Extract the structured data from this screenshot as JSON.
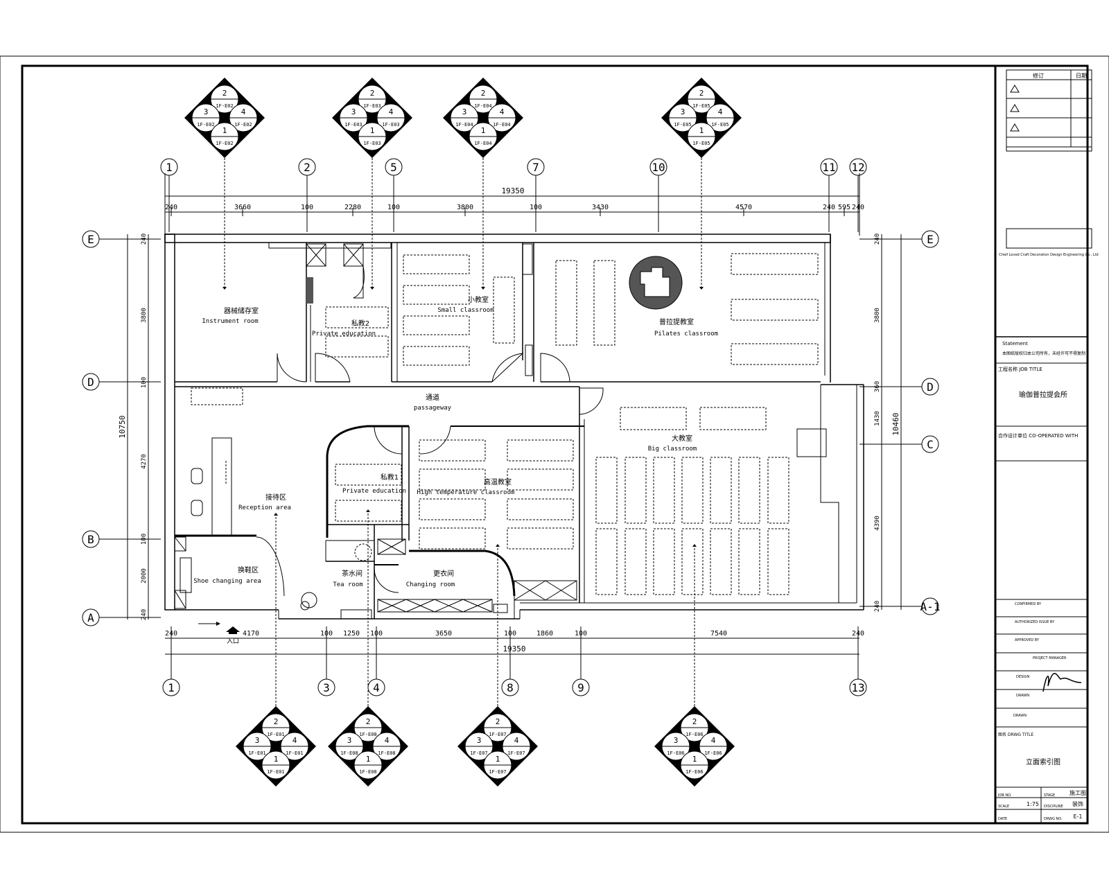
{
  "grid_axes": {
    "top": [
      "1",
      "2",
      "5",
      "7",
      "10",
      "11",
      "12"
    ],
    "bottom": [
      "1",
      "3",
      "4",
      "8",
      "9",
      "13"
    ],
    "left": [
      "E",
      "D",
      "B",
      "A"
    ],
    "right": [
      "E",
      "D",
      "C",
      "A-1"
    ]
  },
  "dimensions": {
    "top_total": "19350",
    "top_segments": [
      "240",
      "3660",
      "100",
      "2280",
      "100",
      "3800",
      "100",
      "3430",
      "4570",
      "240",
      "595",
      "240"
    ],
    "bottom_total": "19350",
    "bottom_segments": [
      "240",
      "4170",
      "100",
      "1250",
      "100",
      "3650",
      "100",
      "1860",
      "100",
      "7540",
      "240"
    ],
    "left_total": "10750",
    "left_segments": [
      "240",
      "3800",
      "100",
      "4270",
      "100",
      "2000",
      "240"
    ],
    "right_total": "10460",
    "right_segments": [
      "240",
      "3800",
      "360",
      "1430",
      "4390",
      "240"
    ]
  },
  "rooms": {
    "instrument": {
      "zh": "器械储存室",
      "en": "Instrument room"
    },
    "private_top": {
      "zh": "私教2",
      "en": "Private education"
    },
    "small_class": {
      "zh": "小教室",
      "en": "Small classroom"
    },
    "pilates": {
      "zh": "普拉提教室",
      "en": "Pilates classroom"
    },
    "passage": {
      "zh": "通道",
      "en": "passageway"
    },
    "big_class": {
      "zh": "大教室",
      "en": "Big classroom"
    },
    "reception": {
      "zh": "接待区",
      "en": "Reception area"
    },
    "private_mid": {
      "zh": "私教1",
      "en": "Private education"
    },
    "hightemp": {
      "zh": "高温教室",
      "en": "High temperature classroom"
    },
    "shoe": {
      "zh": "换鞋区",
      "en": "Shoe changing area"
    },
    "tea": {
      "zh": "茶水间",
      "en": "Tea room"
    },
    "changing": {
      "zh": "更衣间",
      "en": "Changing room"
    }
  },
  "entrance_label": "入口",
  "markers_top": [
    {
      "top": "2",
      "left": "3",
      "right": "4",
      "bottom": "1",
      "ref_top": "1F-E02",
      "ref_left": "1F-E02",
      "ref_right": "1F-E02",
      "ref_bottom": "1F-E02"
    },
    {
      "top": "2",
      "left": "3",
      "right": "4",
      "bottom": "1",
      "ref_top": "1F-E03",
      "ref_left": "1F-E03",
      "ref_right": "1F-E03",
      "ref_bottom": "1F-E03"
    },
    {
      "top": "2",
      "left": "3",
      "right": "4",
      "bottom": "1",
      "ref_top": "1F-E04",
      "ref_left": "1F-E04",
      "ref_right": "1F-E04",
      "ref_bottom": "1F-E04"
    },
    {
      "top": "2",
      "left": "3",
      "right": "4",
      "bottom": "1",
      "ref_top": "1F-E05",
      "ref_left": "1F-E05",
      "ref_right": "1F-E05",
      "ref_bottom": "1F-E05"
    }
  ],
  "markers_bottom": [
    {
      "top": "2",
      "left": "3",
      "right": "4",
      "bottom": "1",
      "ref_top": "1F-E01",
      "ref_left": "1F-E01",
      "ref_right": "1F-E01",
      "ref_bottom": "1F-E01"
    },
    {
      "top": "2",
      "left": "3",
      "right": "4",
      "bottom": "1",
      "ref_top": "1F-E08",
      "ref_left": "1F-E08",
      "ref_right": "1F-E08",
      "ref_bottom": "1F-E08"
    },
    {
      "top": "2",
      "left": "3",
      "right": "4",
      "bottom": "1",
      "ref_top": "1F-E07",
      "ref_left": "1F-E07",
      "ref_right": "1F-E07",
      "ref_bottom": "1F-E07"
    },
    {
      "top": "2",
      "left": "3",
      "right": "4",
      "bottom": "1",
      "ref_top": "1F-E06",
      "ref_left": "1F-E06",
      "ref_right": "1F-E06",
      "ref_bottom": "1F-E06"
    }
  ],
  "title_block": {
    "revision_header": "修订",
    "date_header": "日期",
    "company": "Chief Loved Craft Decoration Design Engineering Co., Ltd",
    "statement_label": "Statement",
    "statement_text": "本图纸版权归本公司所有，未经许可不得复制",
    "job_title_label": "工程名称 JOB TITLE",
    "job_title": "瑜伽普拉提会所",
    "cooperated_label": "合作设计单位 CO-OPERATED WITH",
    "confirmed": "CONFIRMED BY",
    "authorized": "AUTHORIZED ISSUE BY",
    "approved": "APPROVED BY",
    "manager": "PROJECT MANAGER",
    "design": "DESIGN",
    "drawn": "DRAWN",
    "dwg_title_label": "图名 DRWG TITLE",
    "dwg_title": "立面索引图",
    "job_no": "JOB NO.",
    "scale": "SCALE",
    "scale_value": "1:75",
    "date": "DATE",
    "stage": "STAGE",
    "stage_value": "施工图",
    "discipline": "DISCIPLINE",
    "discipline_value": "装饰",
    "dwg_no": "DRWG NO.",
    "dwg_no_value": "E-1"
  }
}
